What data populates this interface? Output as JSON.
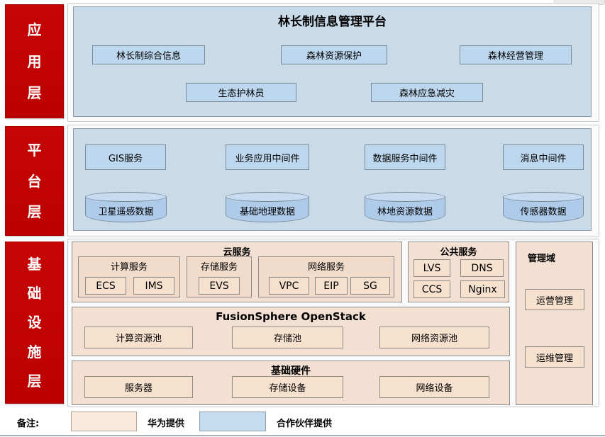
{
  "palette": {
    "layer_red": "#C00000",
    "blue_container": "#C9DAE9",
    "blue_box": "#BDD7EE",
    "cylinder_blue": "#AECBEA",
    "peach_container": "#F3E0D2",
    "peach_box": "#F6E0CE",
    "legend_huawei": "#FAE9DC",
    "legend_partner": "#C5DCF0"
  },
  "layers": [
    {
      "label": "应用层",
      "chars": [
        "应",
        "用",
        "层"
      ]
    },
    {
      "label": "平台层",
      "chars": [
        "平",
        "台",
        "层"
      ]
    },
    {
      "label": "基础设施层",
      "chars": [
        "基",
        "础",
        "设",
        "施",
        "层"
      ]
    }
  ],
  "app": {
    "title": "林长制信息管理平台",
    "boxes": [
      "林长制综合信息",
      "森林资源保护",
      "森林经营管理",
      "生态护林员",
      "森林应急减灾"
    ]
  },
  "platform": {
    "services": [
      "GIS服务",
      "业务应用中间件",
      "数据服务中间件",
      "消息中间件"
    ],
    "databases": [
      "卫星遥感数据",
      "基础地理数据",
      "林地资源数据",
      "传感器数据"
    ]
  },
  "infra": {
    "cloud": {
      "title": "云服务",
      "groups": [
        {
          "title": "计算服务",
          "items": [
            "ECS",
            "IMS"
          ]
        },
        {
          "title": "存储服务",
          "items": [
            "EVS"
          ]
        },
        {
          "title": "网络服务",
          "items": [
            "VPC",
            "EIP",
            "SG"
          ]
        }
      ]
    },
    "public": {
      "title": "公共服务",
      "items": [
        "LVS",
        "DNS",
        "CCS",
        "Nginx"
      ]
    },
    "mgmt": {
      "title": "管理域",
      "items": [
        "运营管理",
        "运维管理"
      ]
    },
    "fusion": {
      "title": "FusionSphere OpenStack",
      "items": [
        "计算资源池",
        "存储池",
        "网络资源池"
      ]
    },
    "hardware": {
      "title": "基础硬件",
      "items": [
        "服务器",
        "存储设备",
        "网络设备"
      ]
    }
  },
  "legend": {
    "note_label": "备注:",
    "huawei_label": "华为提供",
    "partner_label": "合作伙伴提供"
  }
}
